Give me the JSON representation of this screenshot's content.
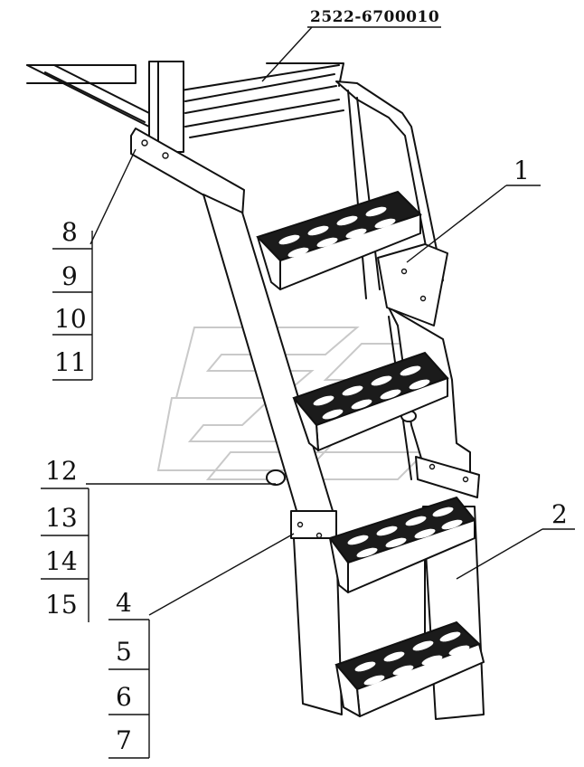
{
  "part_number": "2522-6700010",
  "callouts": {
    "c1": "1",
    "c2": "2",
    "c4": "4",
    "c5": "5",
    "c6": "6",
    "c7": "7",
    "c8": "8",
    "c9": "9",
    "c10": "10",
    "c11": "11",
    "c12": "12",
    "c13": "13",
    "c14": "14",
    "c15": "15"
  },
  "colors": {
    "line": "#111111",
    "watermark": "#c9c9c9",
    "background": "#ffffff"
  }
}
